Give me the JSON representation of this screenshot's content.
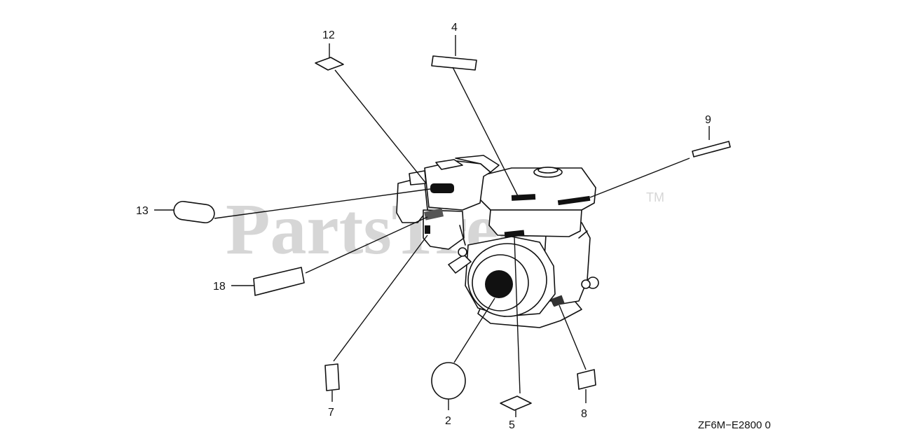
{
  "diagram": {
    "watermark": "PartsTree",
    "watermark_tm": "TM",
    "reference_code": "ZF6M−E2800 0",
    "callouts": [
      {
        "id": "12",
        "label": "12"
      },
      {
        "id": "4",
        "label": "4"
      },
      {
        "id": "9",
        "label": "9"
      },
      {
        "id": "13",
        "label": "13"
      },
      {
        "id": "18",
        "label": "18"
      },
      {
        "id": "7",
        "label": "7"
      },
      {
        "id": "2",
        "label": "2"
      },
      {
        "id": "5",
        "label": "5"
      },
      {
        "id": "8",
        "label": "8"
      }
    ]
  }
}
